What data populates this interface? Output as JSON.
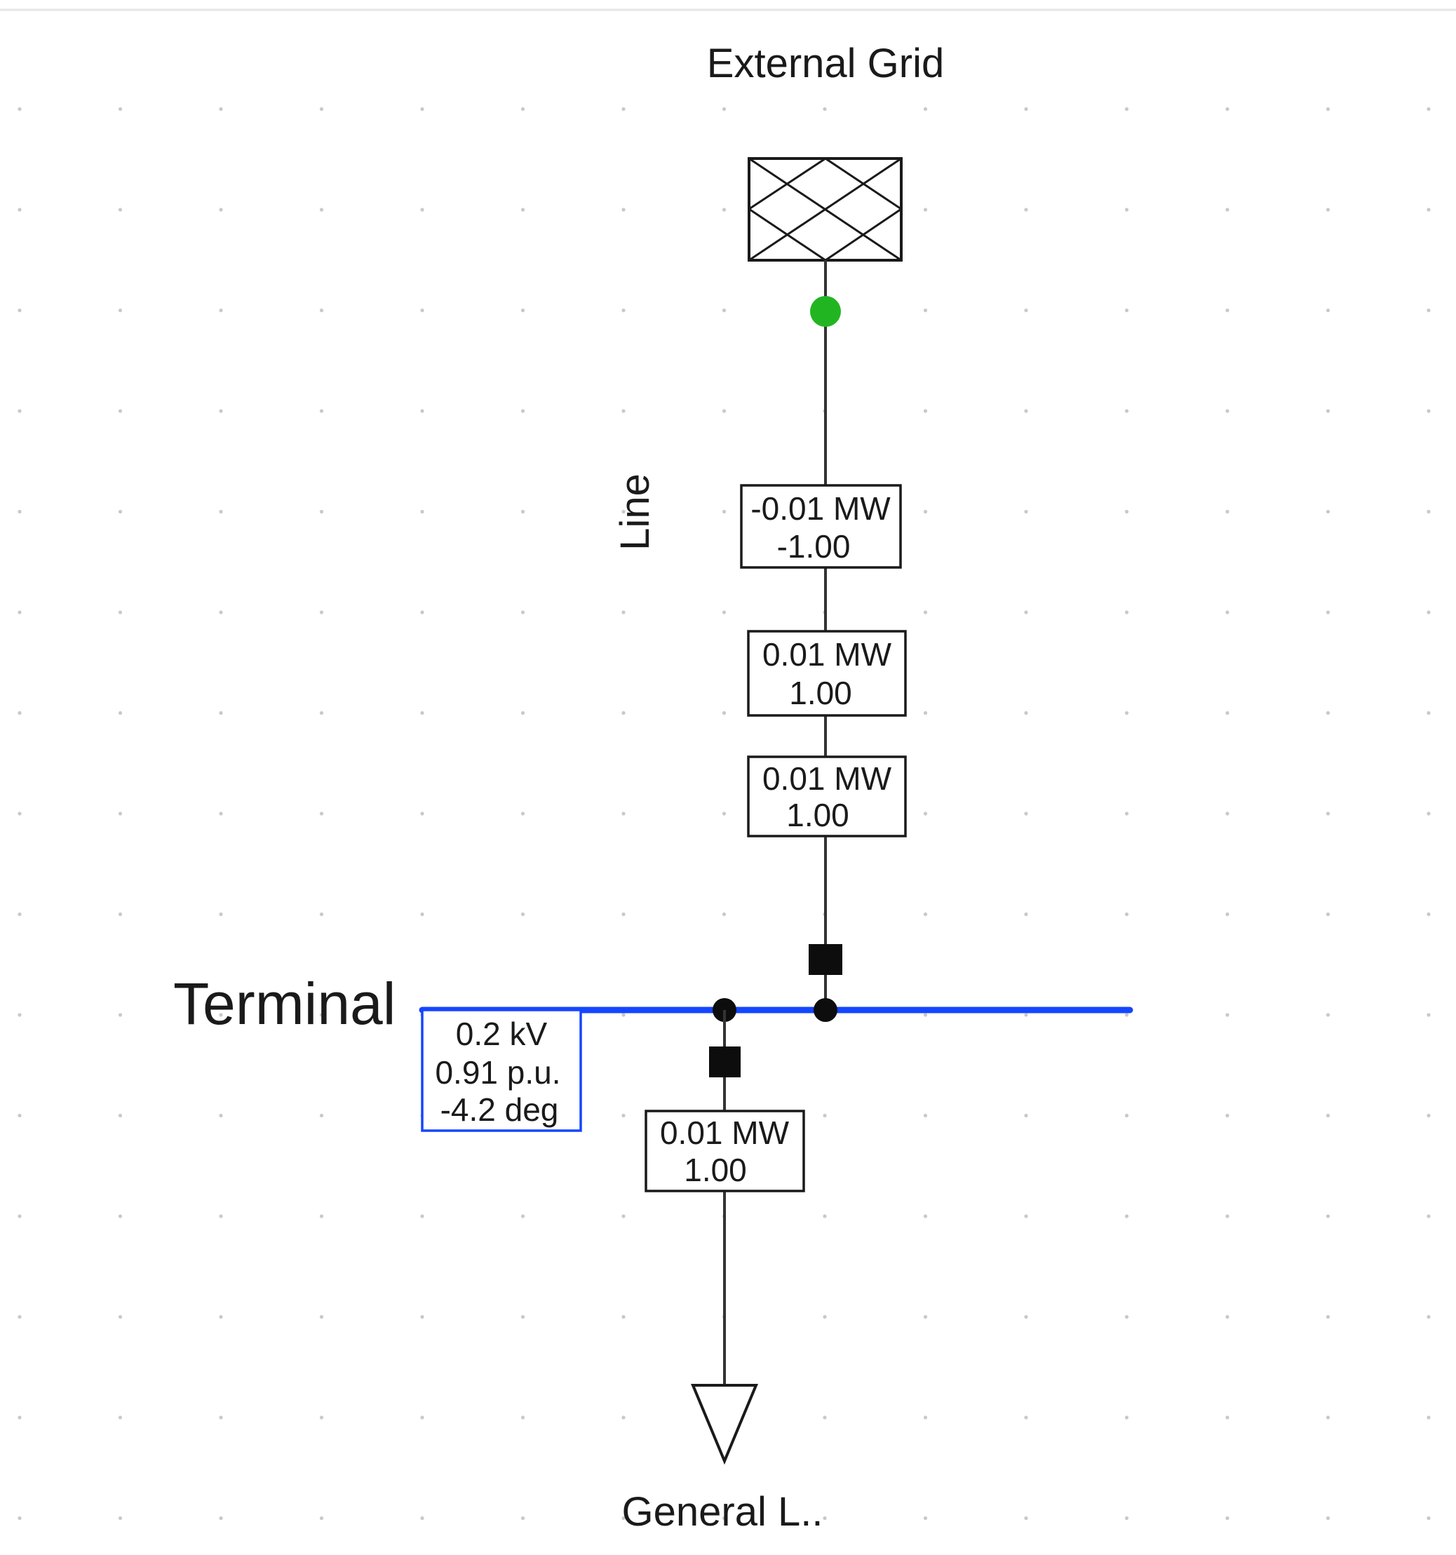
{
  "diagram": {
    "external_grid_label": "External Grid",
    "line_label": "Line",
    "terminal_label": "Terminal",
    "load_label": "General L..",
    "terminal_results": {
      "voltage_kv": "0.2 kV",
      "voltage_pu": "0.91 p.u.",
      "angle": "-4.2 deg"
    },
    "result_boxes": [
      {
        "power": "-0.01 MW",
        "pf": "-1.00"
      },
      {
        "power": "0.01 MW",
        "pf": "1.00"
      },
      {
        "power": "0.01 MW",
        "pf": "1.00"
      },
      {
        "power": "0.01 MW",
        "pf": "1.00"
      }
    ],
    "colors": {
      "busbar": "#1446ff",
      "energized_node": "#22b522",
      "line": "#333333",
      "grid_dot": "#c9c9c9"
    },
    "icons": [
      "external-grid-icon",
      "switch-icon",
      "load-icon",
      "node-connection-icon"
    ]
  }
}
